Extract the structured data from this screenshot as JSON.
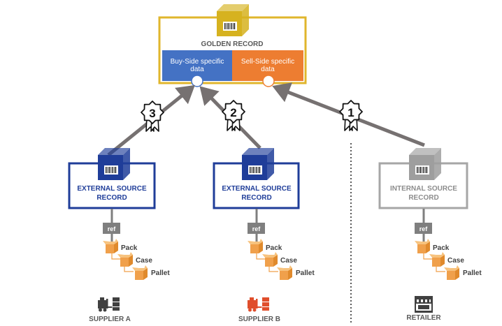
{
  "golden": {
    "title": "GOLDEN RECORD",
    "buy_side": "Buy-Side specific data",
    "sell_side": "Sell-Side specific data"
  },
  "sources": [
    {
      "line1": "EXTERNAL SOURCE",
      "line2": "RECORD",
      "badge": "3",
      "supplier": "SUPPLIER A"
    },
    {
      "line1": "EXTERNAL SOURCE",
      "line2": "RECORD",
      "badge": "2",
      "supplier": "SUPPLIER B"
    },
    {
      "line1": "INTERNAL SOURCE",
      "line2": "RECORD",
      "badge": "1",
      "supplier": "RETAILER"
    }
  ],
  "hierarchy": {
    "ref": "ref",
    "pack": "Pack",
    "case": "Case",
    "pallet": "Pallet"
  },
  "colors": {
    "golden_border": "#e0b62c",
    "cube_gold": "#d6b21f",
    "buy_side_fill": "#4472c4",
    "sell_side_fill": "#ed7d31",
    "external_border": "#1f3d99",
    "internal_border": "#a6a6a6",
    "arrow": "#767171",
    "ref_fill": "#7f7f7f",
    "package": "#f0a04b",
    "supplier_a_icon": "#404040",
    "supplier_b_icon": "#e04e2c",
    "retailer_icon": "#404040"
  },
  "icons": [
    "barcode-cube-icon",
    "certificate-ribbon-icon",
    "package-box-icon",
    "forklift-icon",
    "store-icon"
  ]
}
